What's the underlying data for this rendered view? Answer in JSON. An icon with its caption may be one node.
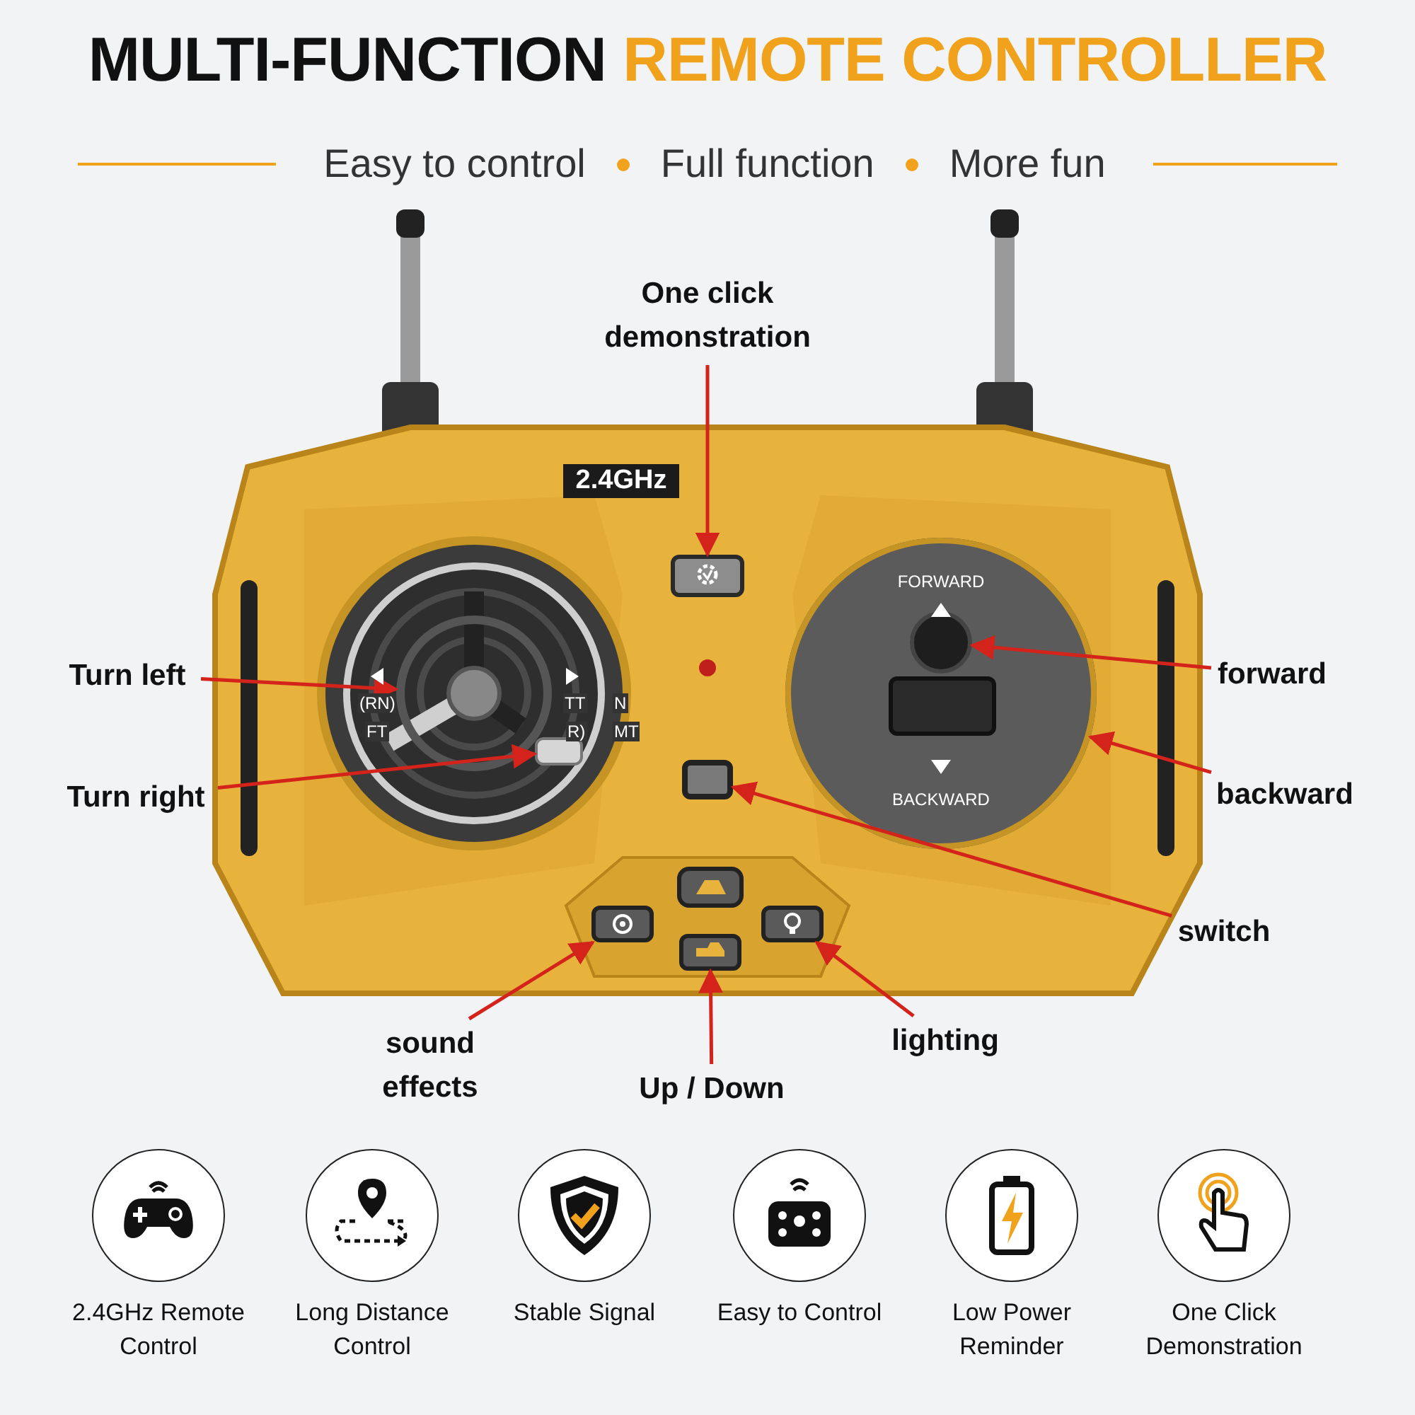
{
  "diagram": {
    "title": "MULTI-FUNCTION REMOTE CONTROLLER",
    "nodes": [
      {
        "text": [
          "One click demonstration"
        ]
      },
      {
        "text": [],
        "shape": "box"
      },
      {
        "text": [
          "Turn left"
        ]
      },
      {
        "text": [],
        "shape": "circle"
      },
      {
        "text": [
          "forward"
        ]
      },
      {
        "text": [],
        "shape": "circle",
        "in": 9
      },
      {
        "text": [
          "Turn right"
        ]
      },
      {
        "text": [],
        "shape": "box"
      },
      {
        "text": [
          "backward"
        ]
      },
      {
        "text": [],
        "shape": "circle"
      },
      {
        "text": [
          "switch"
        ]
      },
      {
        "text": [],
        "shape": "box"
      },
      {
        "text": [],
        "shape": "box"
      },
      {
        "text": [],
        "shape": "box"
      },
      {
        "text": [],
        "shape": "box"
      },
      {
        "text": [
          "sound effects"
        ]
      },
      {
        "text": [
          "lighting"
        ]
      },
      {
        "text": [
          "Up / Down"
        ]
      },
      {
        "text": [
          "2.4GHz Remote Control"
        ]
      },
      {
        "text": [
          "Long Distance Control"
        ]
      },
      {
        "text": [
          "Stable Signal"
        ]
      },
      {
        "text": [
          "Easy to Control"
        ]
      },
      {
        "text": [
          "Low Power Reminder"
        ]
      },
      {
        "text": [
          "One Click Demonstration"
        ]
      },
      {
        "text": [],
        "shape": "box",
        "in": 9
      }
    ],
    "edges": [
      {
        "from": 0,
        "to": 1,
        "arrow": "to"
      },
      {
        "from": 2,
        "to": 3,
        "arrow": "to"
      },
      {
        "from": 4,
        "to": 5,
        "arrow": "to"
      },
      {
        "from": 6,
        "to": 7,
        "arrow": "to"
      },
      {
        "from": 8,
        "to": 9,
        "arrow": "to"
      },
      {
        "from": 10,
        "to": 11,
        "arrow": "to"
      },
      {
        "from": 15,
        "to": 12,
        "arrow": "to"
      },
      {
        "from": 17,
        "to": 13,
        "arrow": "to"
      },
      {
        "from": 16,
        "to": 14,
        "arrow": "to"
      }
    ],
    "labels": [
      "Easy to control",
      "Full function",
      "More fun",
      "2.4GHz",
      "FORWARD",
      "BACKWARD",
      "(RN)",
      "FT",
      "TT",
      "R)",
      "N",
      "MT"
    ]
  }
}
